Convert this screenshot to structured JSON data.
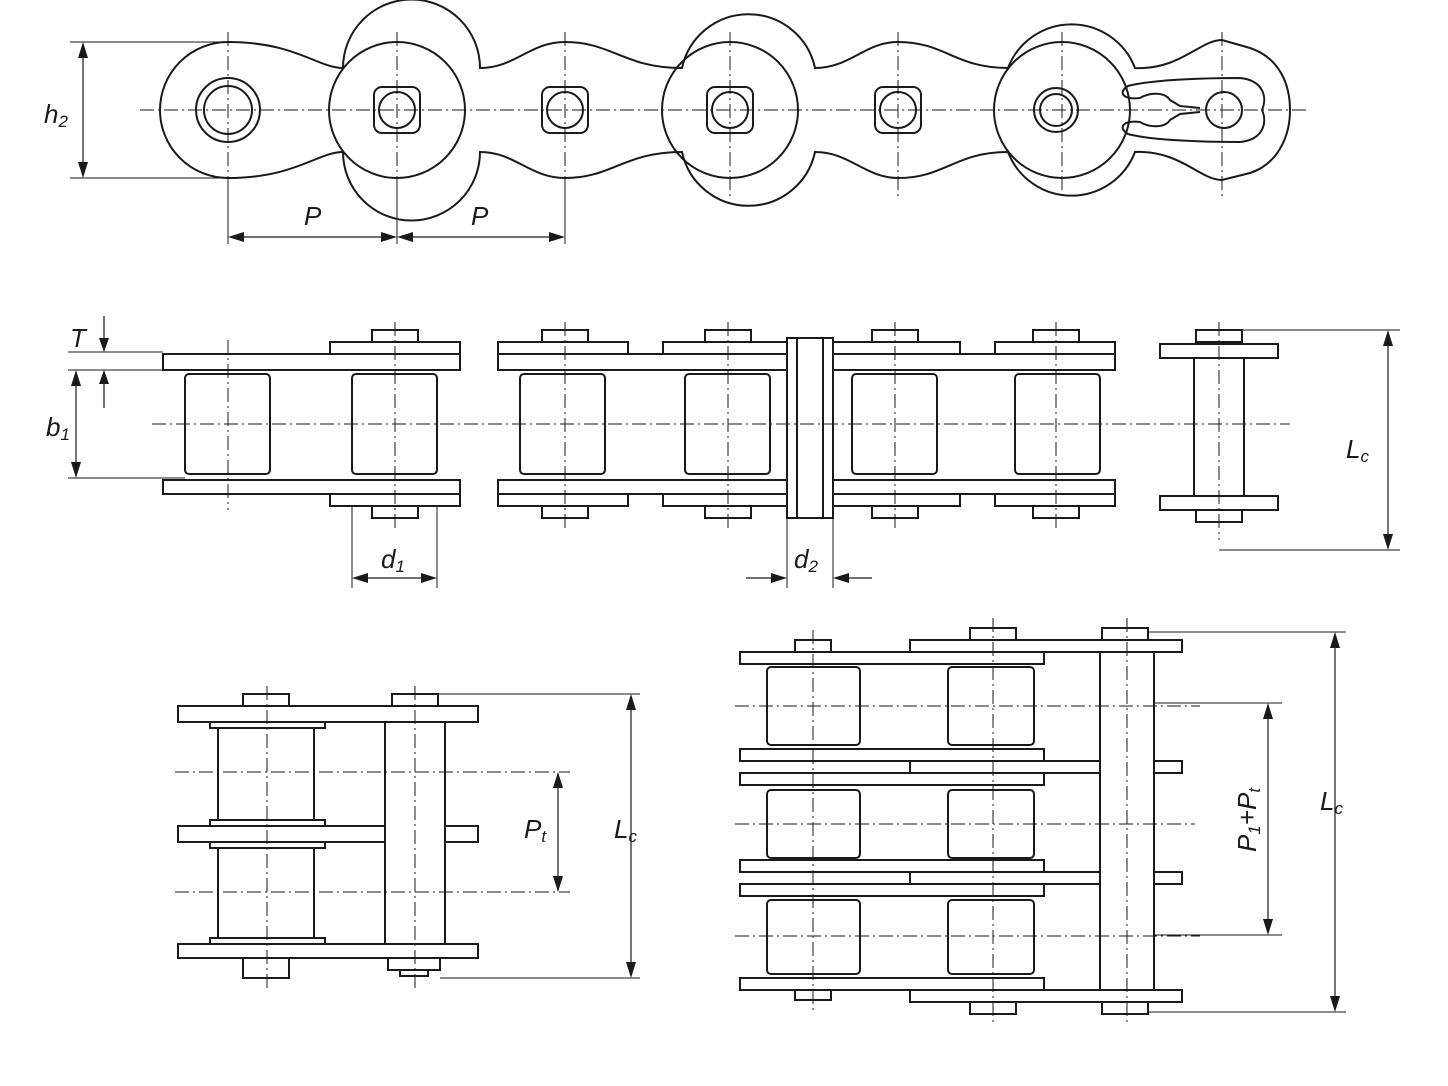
{
  "labels": {
    "h2": {
      "main": "h",
      "sub": "2"
    },
    "p_left": "P",
    "p_right": "P",
    "t": "T",
    "b1": {
      "main": "b",
      "sub": "1"
    },
    "lc_single": {
      "main": "L",
      "sub": "c"
    },
    "d1": {
      "main": "d",
      "sub": "1"
    },
    "d2": {
      "main": "d",
      "sub": "2"
    },
    "pt": {
      "main": "P",
      "sub": "t"
    },
    "lc_duplex": {
      "main": "L",
      "sub": "c"
    },
    "p1pt": {
      "p1": "P",
      "p1_sub": "1",
      "plus": "+",
      "pt": "P",
      "pt_sub": "t"
    },
    "lc_triplex": {
      "main": "L",
      "sub": "c"
    }
  }
}
